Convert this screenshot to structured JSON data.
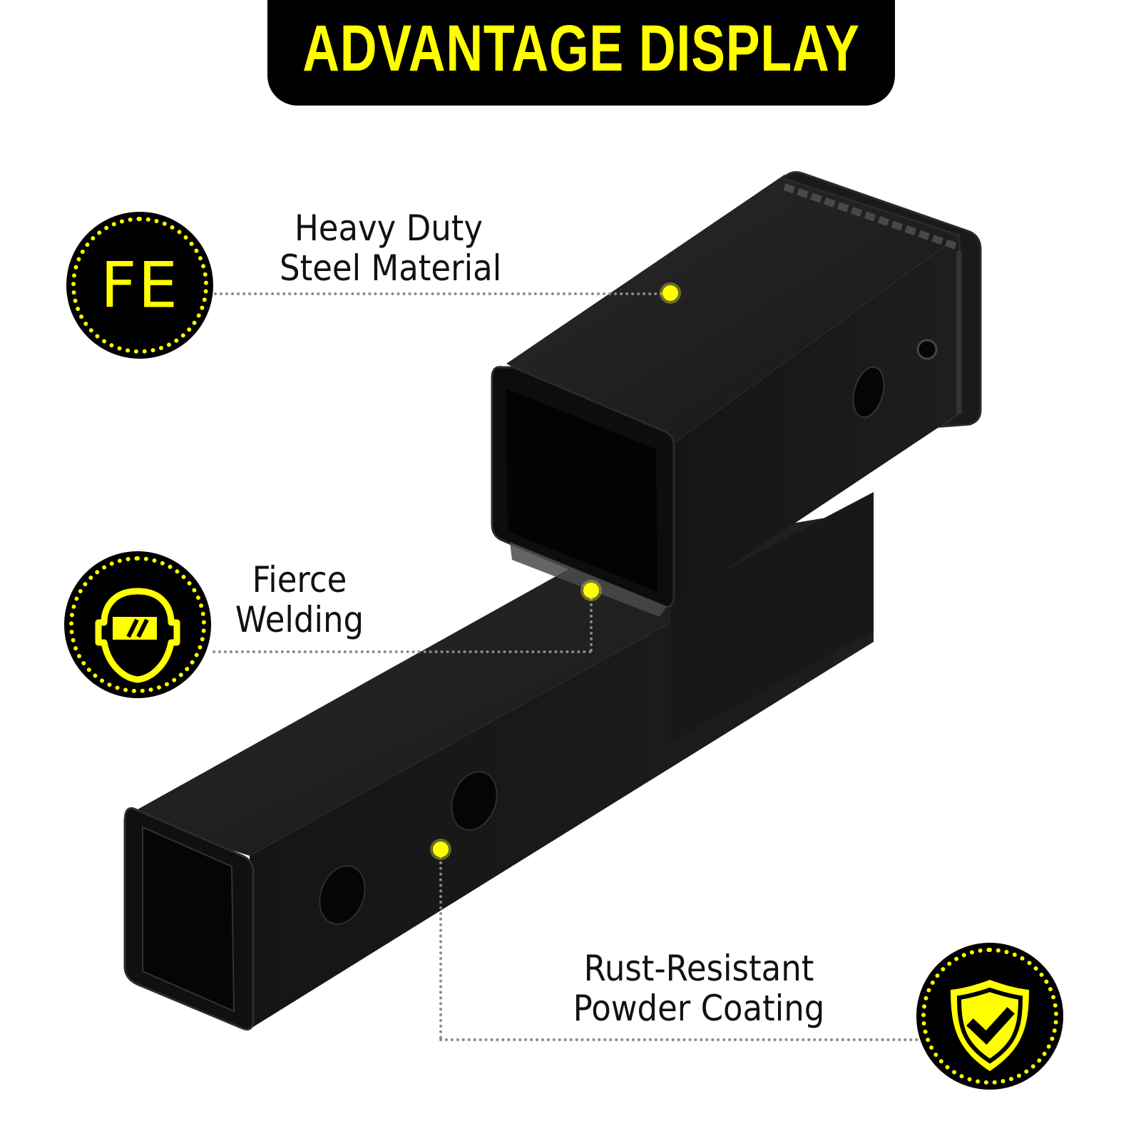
{
  "banner": {
    "title": "ADVANTAGE DISPLAY",
    "background_color": "#000000",
    "text_color": "#ffff00"
  },
  "product": {
    "name": "hitch-receiver-extension",
    "color": "#1c1c1c"
  },
  "features": [
    {
      "icon": "fe-icon",
      "icon_text": "FE",
      "line1": "Heavy Duty",
      "line2": "Steel Material"
    },
    {
      "icon": "welding-helmet-icon",
      "line1": "Fierce",
      "line2": "Welding"
    },
    {
      "icon": "shield-check-icon",
      "line1": "Rust-Resistant",
      "line2": "Powder Coating"
    }
  ],
  "colors": {
    "accent": "#ffff00",
    "dotted_line": "#8a8a8a",
    "badge_bg": "#000000"
  }
}
